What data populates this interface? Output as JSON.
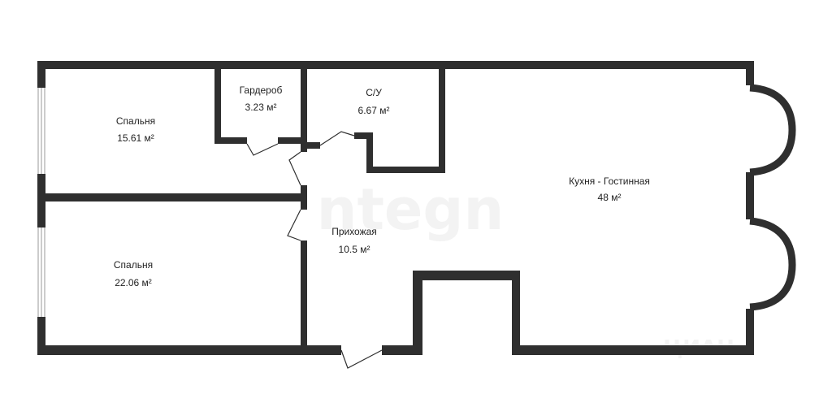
{
  "rooms": [
    {
      "name": "Спальня",
      "area": "15.61 м²"
    },
    {
      "name": "Гардероб",
      "area": "3.23 м²"
    },
    {
      "name": "С/У",
      "area": "6.67 м²"
    },
    {
      "name": "Кухня - Гостинная",
      "area": "48 м²"
    },
    {
      "name": "Прихожая",
      "area": "10.5 м²"
    },
    {
      "name": "Спальня",
      "area": "22.06 м²"
    }
  ],
  "watermarks": {
    "center": "ntegn",
    "corner": "ЦИАН"
  },
  "colors": {
    "wall": "#2f2f2f",
    "window": "#9a9a9a",
    "text": "#222222"
  }
}
